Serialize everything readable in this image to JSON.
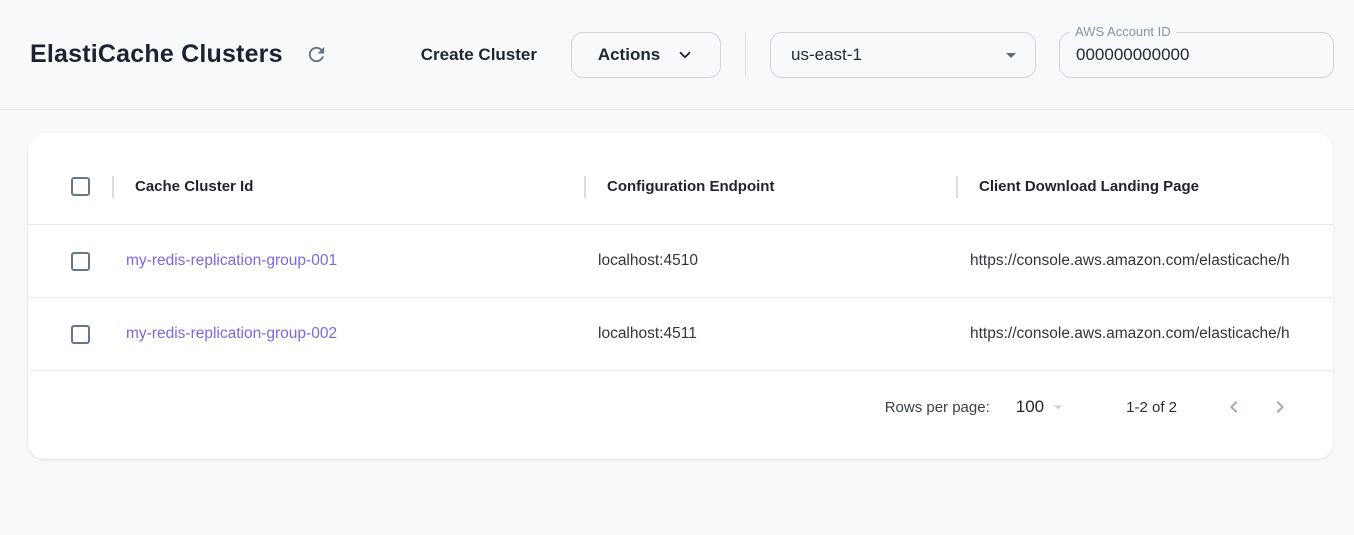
{
  "header": {
    "title": "ElastiCache Clusters",
    "create_button_label": "Create Cluster",
    "actions_button_label": "Actions",
    "region_select_value": "us-east-1",
    "account_field_label": "AWS Account ID",
    "account_field_value": "000000000000"
  },
  "table": {
    "columns": [
      {
        "label": "Cache Cluster Id"
      },
      {
        "label": "Configuration Endpoint"
      },
      {
        "label": "Client Download Landing Page"
      }
    ],
    "rows": [
      {
        "cache_cluster_id": "my-redis-replication-group-001",
        "configuration_endpoint": "localhost:4510",
        "client_download_landing_page": "https://console.aws.amazon.com/elasticache/h"
      },
      {
        "cache_cluster_id": "my-redis-replication-group-002",
        "configuration_endpoint": "localhost:4511",
        "client_download_landing_page": "https://console.aws.amazon.com/elasticache/h"
      }
    ]
  },
  "pagination": {
    "rows_per_page_label": "Rows per page:",
    "rows_per_page_value": "100",
    "range_label": "1-2 of 2"
  },
  "colors": {
    "link_purple": "#7c68e0",
    "icon_slate": "#64748b",
    "control_border": "#cfd5dc"
  }
}
